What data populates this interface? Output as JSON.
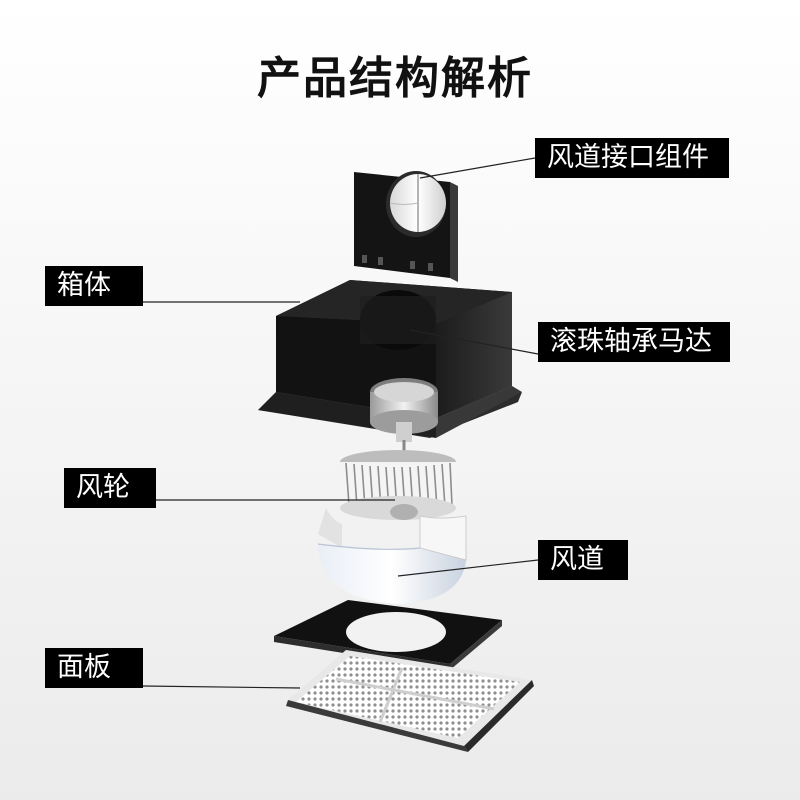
{
  "title": "产品结构解析",
  "parts": {
    "duct_connector": "风道接口组件",
    "box": "箱体",
    "motor": "滚珠轴承马达",
    "impeller": "风轮",
    "duct": "风道",
    "panel": "面板"
  },
  "colors": {
    "label_bg": "#000000",
    "label_text": "#ffffff",
    "title_text": "#111111",
    "box_body": "#1a1a1a"
  }
}
